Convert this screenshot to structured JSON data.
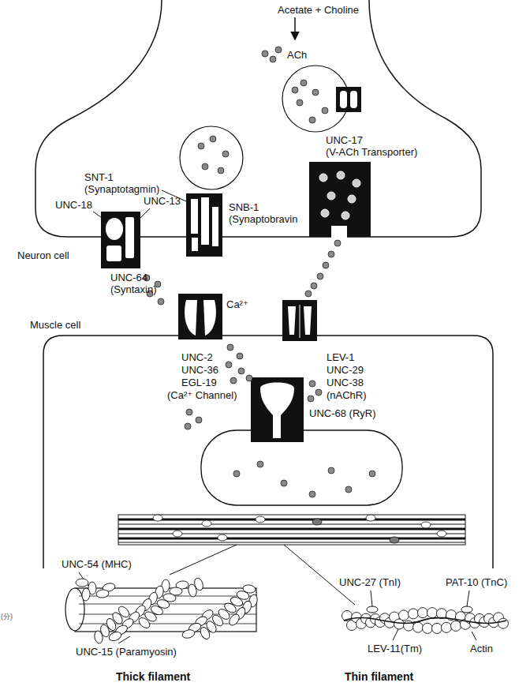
{
  "diagram": {
    "labels": [
      "Acetate + Choline",
      "ACh",
      "UNC-17",
      "(V-ACh Transporter)",
      "SNT-1",
      "(Synaptotagmin)",
      "UNC-18",
      "UNC-13",
      "SNB-1",
      "(Synaptobravin",
      "Neuron cell",
      "UNC-64",
      "(Syntaxin)",
      "Ca²⁺",
      "Muscle cell",
      "UNC-2",
      "UNC-36",
      "EGL-19",
      "(Ca²⁺ Channel)",
      "LEV-1",
      "UNC-29",
      "UNC-38",
      "(nAChR)",
      "UNC-68 (RyR)",
      "UNC-54 (MHC)",
      "UNC-15 (Paramyosin)",
      "UNC-27 (TnI)",
      "PAT-10 (TnC)",
      "LEV-11(Tm)",
      "Actin",
      "Thick filament",
      "Thin filament",
      "(分)"
    ]
  }
}
